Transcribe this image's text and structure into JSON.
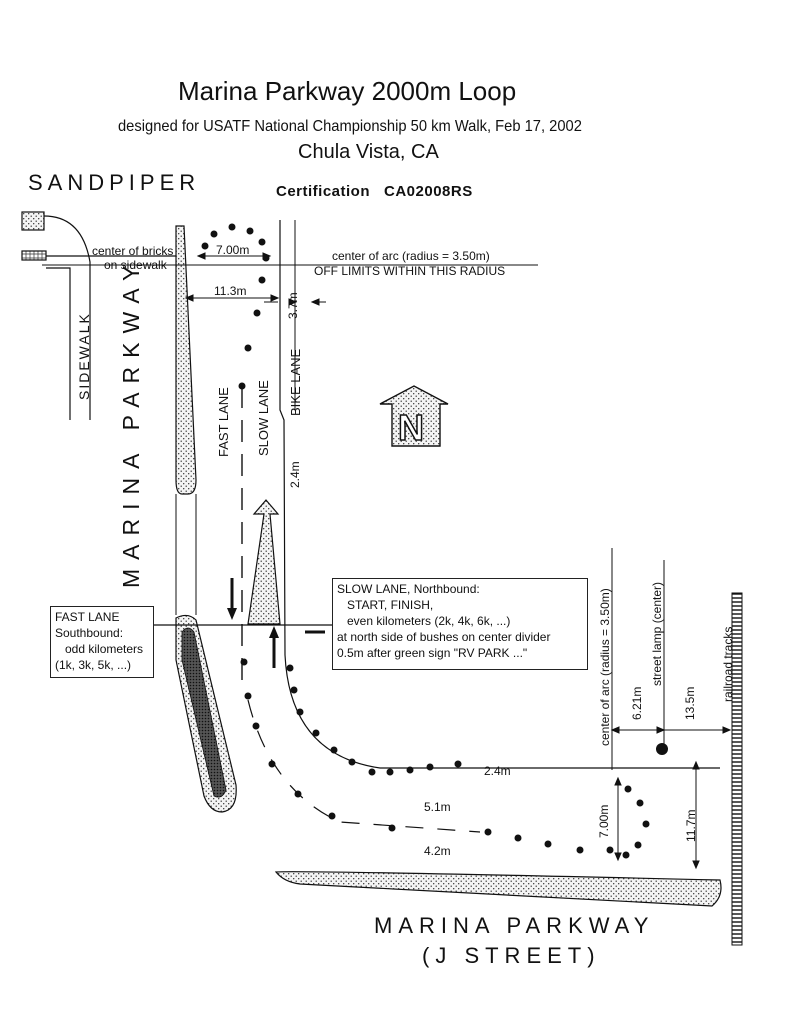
{
  "title": "Marina Parkway 2000m Loop",
  "subtitle": "designed for USATF National Championship 50 km Walk, Feb 17, 2002",
  "city": "Chula Vista, CA",
  "certification": "Certification   CA02008RS",
  "streets": {
    "sandpiper": "SANDPIPER",
    "sidewalk": "SIDEWALK",
    "marina_parkway": "MARINA PARKWAY",
    "marina_parkway_south": "MARINA PARKWAY",
    "j_street": "(J STREET)"
  },
  "lanes": {
    "fast": "FAST LANE",
    "slow": "SLOW LANE",
    "bike": "BIKE LANE"
  },
  "north_symbol": "N",
  "notes": {
    "bricks_line1": "center of bricks",
    "bricks_line2": "on sidewalk",
    "arc_north_line1": "center of arc (radius = 3.50m)",
    "arc_north_line2": "OFF LIMITS WITHIN THIS RADIUS",
    "arc_south": "center of arc (radius = 3.50m)",
    "street_lamp": "street lamp (center)",
    "railroad": "railroad tracks"
  },
  "measurements": {
    "north_arc_diameter": "7.00m",
    "north_width": "11.3m",
    "bike_lane_top": "3.7m",
    "bike_lane_width": "2.4m",
    "lamp_offset": "6.21m",
    "rail_offset": "13.5m",
    "south_curve_bike": "2.4m",
    "south_curve_slow": "5.1m",
    "south_curve_fast": "4.2m",
    "south_arc_diameter": "7.00m",
    "rail_south": "11.7m"
  },
  "slow_lane_box": {
    "line1": "SLOW LANE, Northbound:",
    "line2": "START, FINISH,",
    "line3": "even kilometers (2k, 4k, 6k, ...)",
    "line4": "at north side of bushes on center divider",
    "line5": "0.5m after green sign \"RV PARK ...\""
  },
  "fast_lane_box": {
    "line1": "FAST LANE",
    "line2": "Southbound:",
    "line3": "odd kilometers",
    "line4": "(1k, 3k, 5k, ...)"
  }
}
